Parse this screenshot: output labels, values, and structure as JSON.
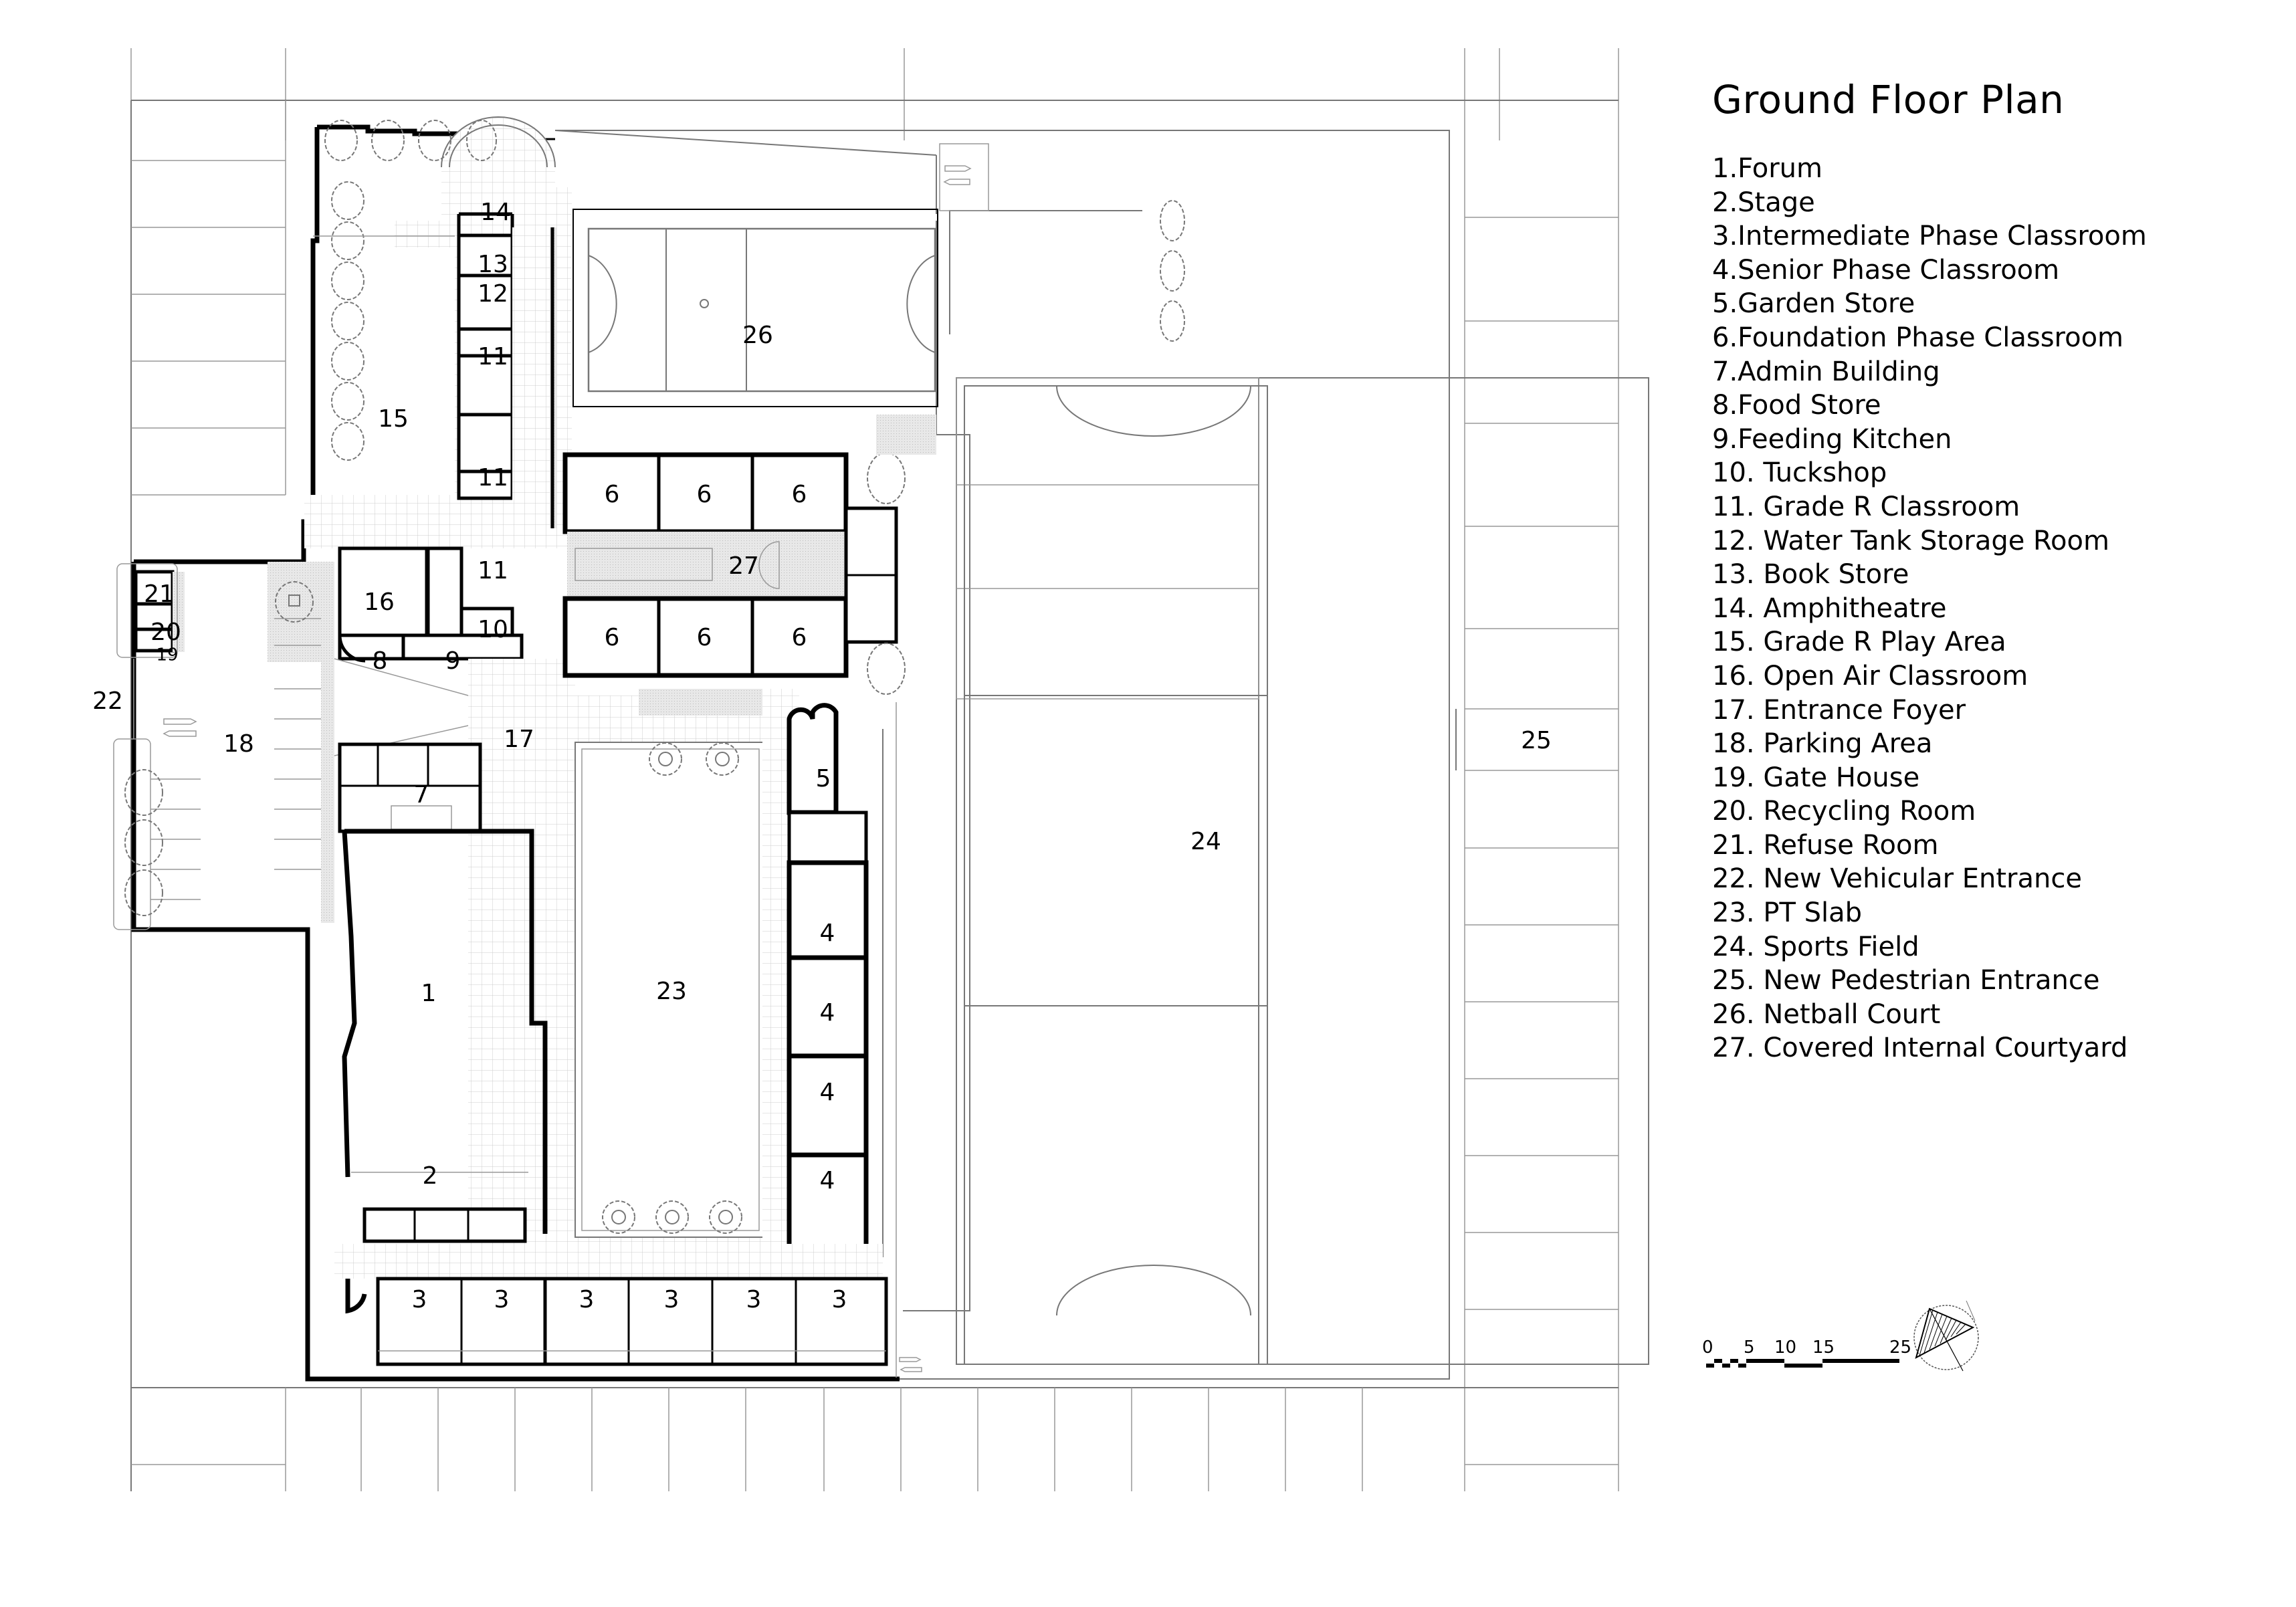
{
  "title": "Ground Floor Plan",
  "legend": [
    {
      "num": "1.",
      "label": "Forum",
      "text": "1.Forum"
    },
    {
      "num": "2.",
      "label": "Stage",
      "text": "2.Stage"
    },
    {
      "num": "3.",
      "label": "Intermediate Phase Classroom",
      "text": "3.Intermediate Phase Classroom"
    },
    {
      "num": "4.",
      "label": "Senior Phase Classroom",
      "text": "4.Senior Phase Classroom"
    },
    {
      "num": "5.",
      "label": "Garden Store",
      "text": "5.Garden Store"
    },
    {
      "num": "6.",
      "label": "Foundation Phase Classroom",
      "text": "6.Foundation Phase Classroom"
    },
    {
      "num": "7.",
      "label": "Admin Building",
      "text": "7.Admin Building"
    },
    {
      "num": "8.",
      "label": "Food Store",
      "text": "8.Food Store"
    },
    {
      "num": "9.",
      "label": "Feeding Kitchen",
      "text": "9.Feeding Kitchen"
    },
    {
      "num": "10.",
      "label": "Tuckshop",
      "text": "10. Tuckshop"
    },
    {
      "num": "11.",
      "label": "Grade R Classroom",
      "text": "11. Grade R Classroom"
    },
    {
      "num": "12.",
      "label": "Water Tank Storage Room",
      "text": "12. Water Tank Storage Room"
    },
    {
      "num": "13.",
      "label": "Book Store",
      "text": "13. Book Store"
    },
    {
      "num": "14.",
      "label": "Amphitheatre",
      "text": "14. Amphitheatre"
    },
    {
      "num": "15.",
      "label": "Grade R Play Area",
      "text": "15. Grade R Play Area"
    },
    {
      "num": "16.",
      "label": "Open Air Classroom",
      "text": "16. Open Air Classroom"
    },
    {
      "num": "17.",
      "label": "Entrance Foyer",
      "text": "17. Entrance Foyer"
    },
    {
      "num": "18.",
      "label": "Parking Area",
      "text": "18. Parking Area"
    },
    {
      "num": "19.",
      "label": "Gate House",
      "text": "19. Gate House"
    },
    {
      "num": "20.",
      "label": "Recycling Room",
      "text": "20. Recycling Room"
    },
    {
      "num": "21.",
      "label": "Refuse Room",
      "text": "21. Refuse Room"
    },
    {
      "num": "22.",
      "label": "New Vehicular Entrance",
      "text": "22. New Vehicular Entrance"
    },
    {
      "num": "23.",
      "label": "PT Slab",
      "text": "23. PT Slab"
    },
    {
      "num": "24.",
      "label": "Sports Field",
      "text": "24. Sports Field"
    },
    {
      "num": "25.",
      "label": "New Pedestrian Entrance",
      "text": "25. New Pedestrian Entrance"
    },
    {
      "num": "26.",
      "label": "Netball Court",
      "text": "26. Netball Court"
    },
    {
      "num": "27.",
      "label": "Covered Internal Courtyard",
      "text": "27. Covered Internal Courtyard"
    }
  ],
  "plan_labels": {
    "l1": "1",
    "l2": "2",
    "l3a": "3",
    "l3b": "3",
    "l3c": "3",
    "l3d": "3",
    "l3e": "3",
    "l3f": "3",
    "l4a": "4",
    "l4b": "4",
    "l4c": "4",
    "l4d": "4",
    "l5": "5",
    "l6a": "6",
    "l6b": "6",
    "l6c": "6",
    "l6d": "6",
    "l6e": "6",
    "l6f": "6",
    "l7": "7",
    "l8": "8",
    "l9": "9",
    "l10": "10",
    "l11a": "11",
    "l11b": "11",
    "l11c": "11",
    "l12": "12",
    "l13": "13",
    "l14": "14",
    "l15": "15",
    "l16": "16",
    "l17": "17",
    "l18": "18",
    "l19": "19",
    "l20": "20",
    "l21": "21",
    "l22": "22",
    "l23": "23",
    "l24": "24",
    "l25": "25",
    "l26": "26",
    "l27": "27"
  },
  "scale": {
    "ticks": [
      "0",
      "5",
      "10",
      "15",
      "25"
    ],
    "units": ""
  },
  "north_arrow": "north-arrow-icon"
}
